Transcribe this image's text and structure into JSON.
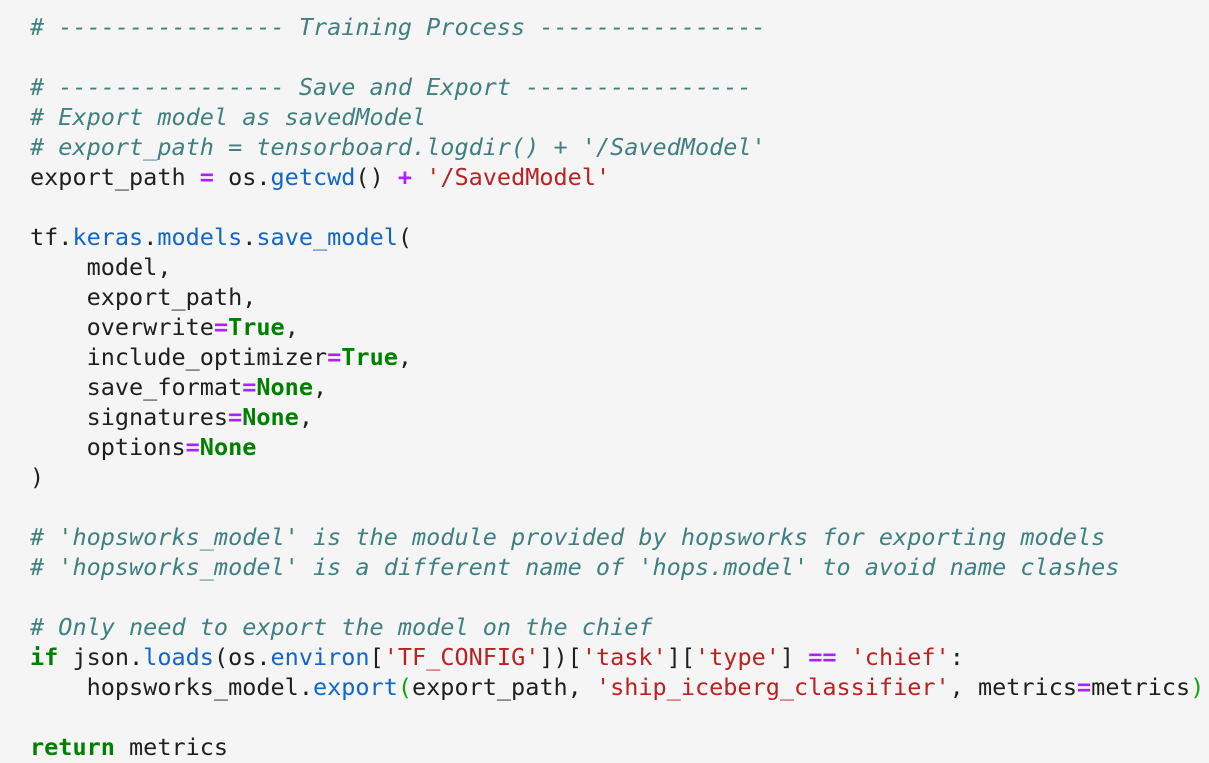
{
  "editor": {
    "language": "python",
    "background": "#f5f5f5",
    "colors": {
      "background": "#f5f5f5",
      "default": "#1f1f1f",
      "comment": "#408080",
      "keyword": "#008000",
      "operator": "#aa22ff",
      "property": "#1265c9",
      "string": "#ba2121",
      "bracket_match": "#11a611"
    },
    "lines": [
      [
        {
          "t": "comment",
          "v": "# ---------------- Training Process ----------------"
        }
      ],
      [],
      [
        {
          "t": "comment",
          "v": "# ---------------- Save and Export ----------------"
        }
      ],
      [
        {
          "t": "comment",
          "v": "# Export model as savedModel"
        }
      ],
      [
        {
          "t": "comment",
          "v": "# export_path = tensorboard.logdir() + '/SavedModel'"
        }
      ],
      [
        {
          "t": "default",
          "v": "export_path "
        },
        {
          "t": "operator",
          "v": "="
        },
        {
          "t": "default",
          "v": " os."
        },
        {
          "t": "property",
          "v": "getcwd"
        },
        {
          "t": "default",
          "v": "() "
        },
        {
          "t": "operator",
          "v": "+"
        },
        {
          "t": "default",
          "v": " "
        },
        {
          "t": "string",
          "v": "'/SavedModel'"
        }
      ],
      [],
      [
        {
          "t": "default",
          "v": "tf."
        },
        {
          "t": "property",
          "v": "keras"
        },
        {
          "t": "default",
          "v": "."
        },
        {
          "t": "property",
          "v": "models"
        },
        {
          "t": "default",
          "v": "."
        },
        {
          "t": "property",
          "v": "save_model"
        },
        {
          "t": "default",
          "v": "("
        }
      ],
      [
        {
          "t": "default",
          "v": "    model,"
        }
      ],
      [
        {
          "t": "default",
          "v": "    export_path,"
        }
      ],
      [
        {
          "t": "default",
          "v": "    overwrite"
        },
        {
          "t": "operator",
          "v": "="
        },
        {
          "t": "keyword",
          "v": "True"
        },
        {
          "t": "default",
          "v": ","
        }
      ],
      [
        {
          "t": "default",
          "v": "    include_optimizer"
        },
        {
          "t": "operator",
          "v": "="
        },
        {
          "t": "keyword",
          "v": "True"
        },
        {
          "t": "default",
          "v": ","
        }
      ],
      [
        {
          "t": "default",
          "v": "    save_format"
        },
        {
          "t": "operator",
          "v": "="
        },
        {
          "t": "keyword",
          "v": "None"
        },
        {
          "t": "default",
          "v": ","
        }
      ],
      [
        {
          "t": "default",
          "v": "    signatures"
        },
        {
          "t": "operator",
          "v": "="
        },
        {
          "t": "keyword",
          "v": "None"
        },
        {
          "t": "default",
          "v": ","
        }
      ],
      [
        {
          "t": "default",
          "v": "    options"
        },
        {
          "t": "operator",
          "v": "="
        },
        {
          "t": "keyword",
          "v": "None"
        }
      ],
      [
        {
          "t": "default",
          "v": ")"
        }
      ],
      [],
      [
        {
          "t": "comment",
          "v": "# 'hopsworks_model' is the module provided by hopsworks for exporting models"
        }
      ],
      [
        {
          "t": "comment",
          "v": "# 'hopsworks_model' is a different name of 'hops.model' to avoid name clashes"
        }
      ],
      [],
      [
        {
          "t": "comment",
          "v": "# Only need to export the model on the chief"
        }
      ],
      [
        {
          "t": "keyword",
          "v": "if"
        },
        {
          "t": "default",
          "v": " json."
        },
        {
          "t": "property",
          "v": "loads"
        },
        {
          "t": "default",
          "v": "(os."
        },
        {
          "t": "property",
          "v": "environ"
        },
        {
          "t": "default",
          "v": "["
        },
        {
          "t": "string",
          "v": "'TF_CONFIG'"
        },
        {
          "t": "default",
          "v": "])["
        },
        {
          "t": "string",
          "v": "'task'"
        },
        {
          "t": "default",
          "v": "]["
        },
        {
          "t": "string",
          "v": "'type'"
        },
        {
          "t": "default",
          "v": "] "
        },
        {
          "t": "operator",
          "v": "=="
        },
        {
          "t": "default",
          "v": " "
        },
        {
          "t": "string",
          "v": "'chief'"
        },
        {
          "t": "default",
          "v": ":"
        }
      ],
      [
        {
          "t": "default",
          "v": "    hopsworks_model."
        },
        {
          "t": "property",
          "v": "export"
        },
        {
          "t": "bracket",
          "v": "("
        },
        {
          "t": "default",
          "v": "export_path, "
        },
        {
          "t": "string",
          "v": "'ship_iceberg_classifier'"
        },
        {
          "t": "default",
          "v": ", metrics"
        },
        {
          "t": "operator",
          "v": "="
        },
        {
          "t": "default",
          "v": "metrics"
        },
        {
          "t": "bracket",
          "v": ")"
        }
      ],
      [],
      [
        {
          "t": "keyword",
          "v": "return"
        },
        {
          "t": "default",
          "v": " metrics"
        }
      ]
    ]
  }
}
